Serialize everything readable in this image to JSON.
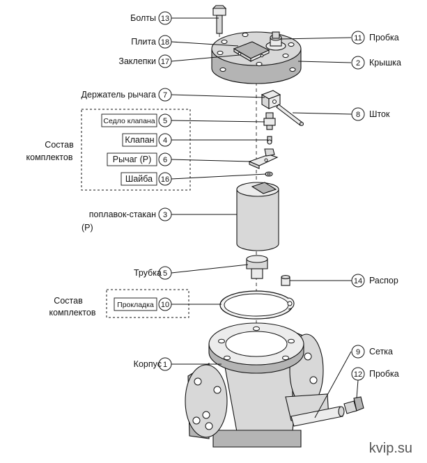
{
  "labels": {
    "bolts": "Болты",
    "plate": "Плита",
    "rivets": "Заклепки",
    "plug_top": "Пробка",
    "cover": "Крышка",
    "lever_holder": "Держатель рычага",
    "stem": "Шток",
    "kit_1_line1": "Состав",
    "kit_1_line2": "комплектов",
    "valve_seat": "Седло клапана",
    "valve": "Клапан",
    "lever": "Рычаг (Р)",
    "washer": "Шайба",
    "float_line1": "поплавок-стакан",
    "float_line2": "(Р)",
    "tube": "Трубка",
    "spacer": "Распор",
    "kit_2_line1": "Состав",
    "kit_2_line2": "комплектов",
    "gasket": "Прокладка",
    "body": "Корпус",
    "screen": "Сетка",
    "plug_bottom": "Пробка"
  },
  "numbers": {
    "bolts": "13",
    "plate": "18",
    "rivets": "17",
    "plug_top": "11",
    "cover": "2",
    "lever_holder": "7",
    "stem": "8",
    "valve_seat": "5",
    "valve": "4",
    "lever": "6",
    "washer": "16",
    "float": "3",
    "tube": "5",
    "spacer": "14",
    "gasket": "10",
    "body": "1",
    "screen": "9",
    "plug_bottom": "12"
  },
  "watermark": "kvip.su"
}
